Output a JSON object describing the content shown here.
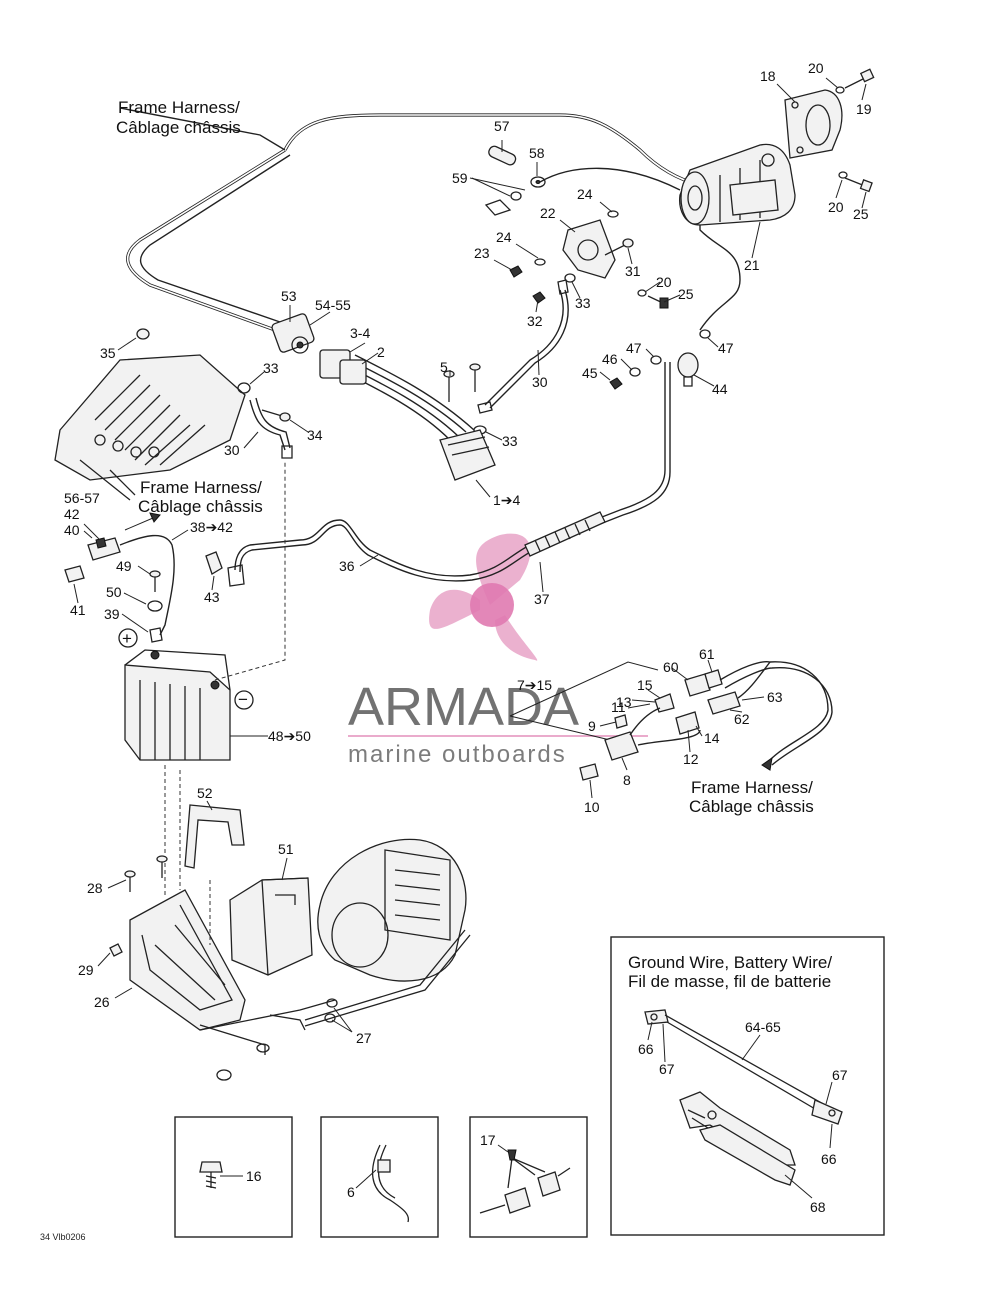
{
  "harness_labels": {
    "top": [
      "Frame Harness/",
      "Câblage châssis"
    ],
    "middle": [
      "Frame Harness/",
      "Câblage châssis"
    ],
    "right": [
      "Frame Harness/",
      "Câblage châssis"
    ]
  },
  "inset": {
    "title_lines": [
      "Ground Wire, Battery Wire/",
      "Fil de masse, fil de batterie"
    ]
  },
  "callouts": {
    "c57": "57",
    "c58": "58",
    "c59": "59",
    "c18": "18",
    "c20a": "20",
    "c19": "19",
    "c20b": "20",
    "c25a": "25",
    "c24a": "24",
    "c22": "22",
    "c24b": "24",
    "c23": "23",
    "c31": "31",
    "c20c": "20",
    "c25b": "25",
    "c33a": "33",
    "c32": "32",
    "c21": "21",
    "c53": "53",
    "c5455": "54-55",
    "c34a": "3-4",
    "c2": "2",
    "c35": "35",
    "c33b": "33",
    "c34b": "34",
    "c30a": "30",
    "c5": "5",
    "c30b": "30",
    "c33c": "33",
    "c14": "1➔4",
    "c47a": "47",
    "c46": "46",
    "c47b": "47",
    "c45": "45",
    "c44": "44",
    "c5657": "56-57",
    "c42": "42",
    "c40": "40",
    "c3842": "38➔42",
    "c49": "49",
    "c43": "43",
    "c36": "36",
    "c37": "37",
    "c41": "41",
    "c50": "50",
    "c39": "39",
    "c4850": "48➔50",
    "c60": "60",
    "c61": "61",
    "c715": "7➔15",
    "c15": "15",
    "c63": "63",
    "c11": "11",
    "c13": "13",
    "c9": "9",
    "c62": "62",
    "c12": "12",
    "c14b": "14",
    "c8": "8",
    "c10": "10",
    "c52": "52",
    "c51": "51",
    "c28": "28",
    "c29": "29",
    "c26": "26",
    "c27": "27",
    "c16": "16",
    "c6": "6",
    "c17": "17",
    "c6465": "64-65",
    "c66a": "66",
    "c67a": "67",
    "c67b": "67",
    "c66b": "66",
    "c68": "68"
  },
  "polarity": {
    "positive": "+",
    "negative": "−"
  },
  "watermark": {
    "brand": "ARMADA",
    "tagline": "marine outboards",
    "accent_color": "#e8a3c7"
  },
  "drawing_code": "34 Vlb0206"
}
